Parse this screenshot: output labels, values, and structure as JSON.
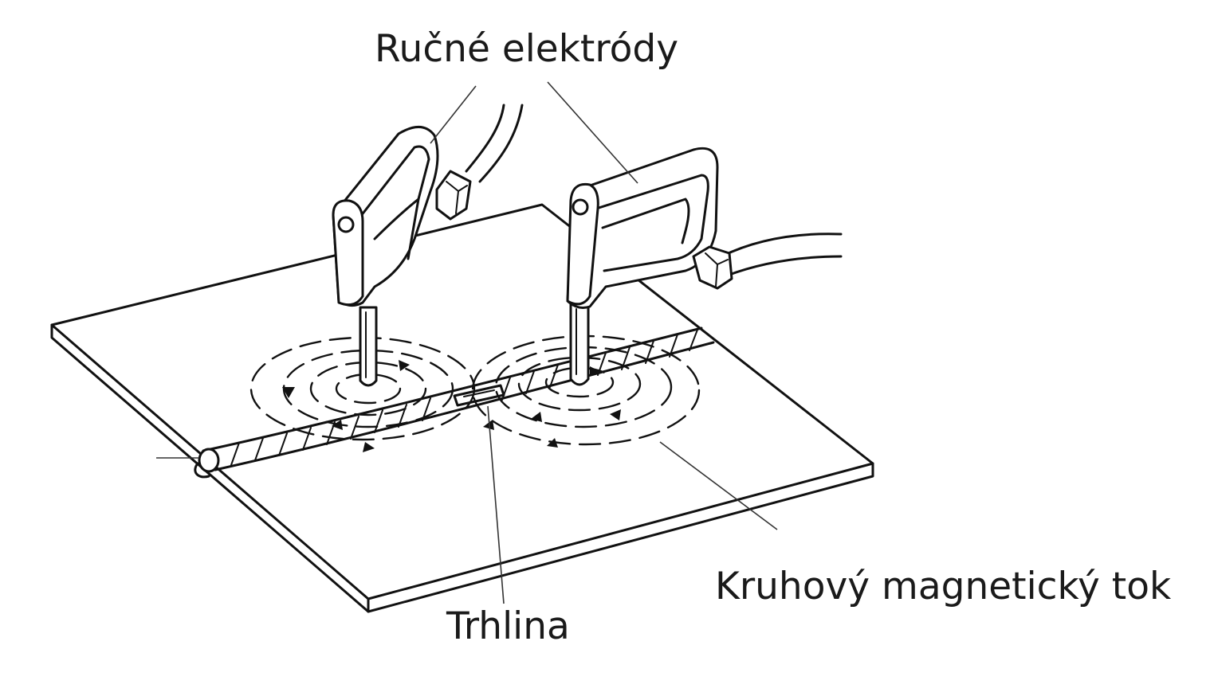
{
  "labels": {
    "electrodes": "Ručné elektródy",
    "flux": "Kruhový magnetický tok",
    "crack": "Trhlina"
  },
  "colors": {
    "ink": "#111111",
    "background": "#ffffff"
  }
}
